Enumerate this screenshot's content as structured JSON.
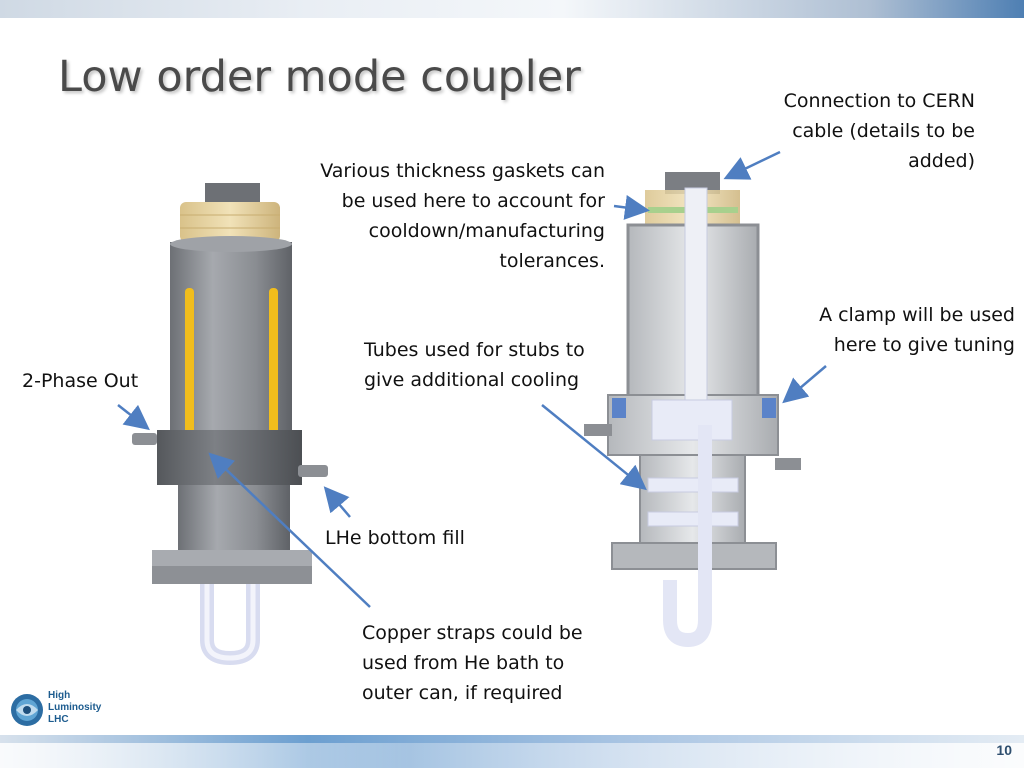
{
  "title": "Low order mode coupler",
  "labels": {
    "cern_connection": "Connection to CERN\ncable (details to be\nadded)",
    "gaskets": "Various thickness gaskets can\nbe used here to account for\ncooldown/manufacturing\ntolerances.",
    "clamp": "A clamp will be used\nhere to give tuning",
    "tubes": "Tubes used for stubs to\ngive additional cooling",
    "two_phase": "2-Phase Out",
    "lhe_fill": "LHe bottom fill",
    "copper": "Copper straps could be\nused from He bath to\nouter can, if required"
  },
  "logo_text": "High\nLuminosity\nLHC",
  "page_number": "10",
  "colors": {
    "title": "#4a4a4a",
    "arrow": "#4f7ec1",
    "body_grey": "#8c8f94",
    "strap_yellow": "#f1bd1c",
    "gasket_tan": "#e9d6a3"
  }
}
